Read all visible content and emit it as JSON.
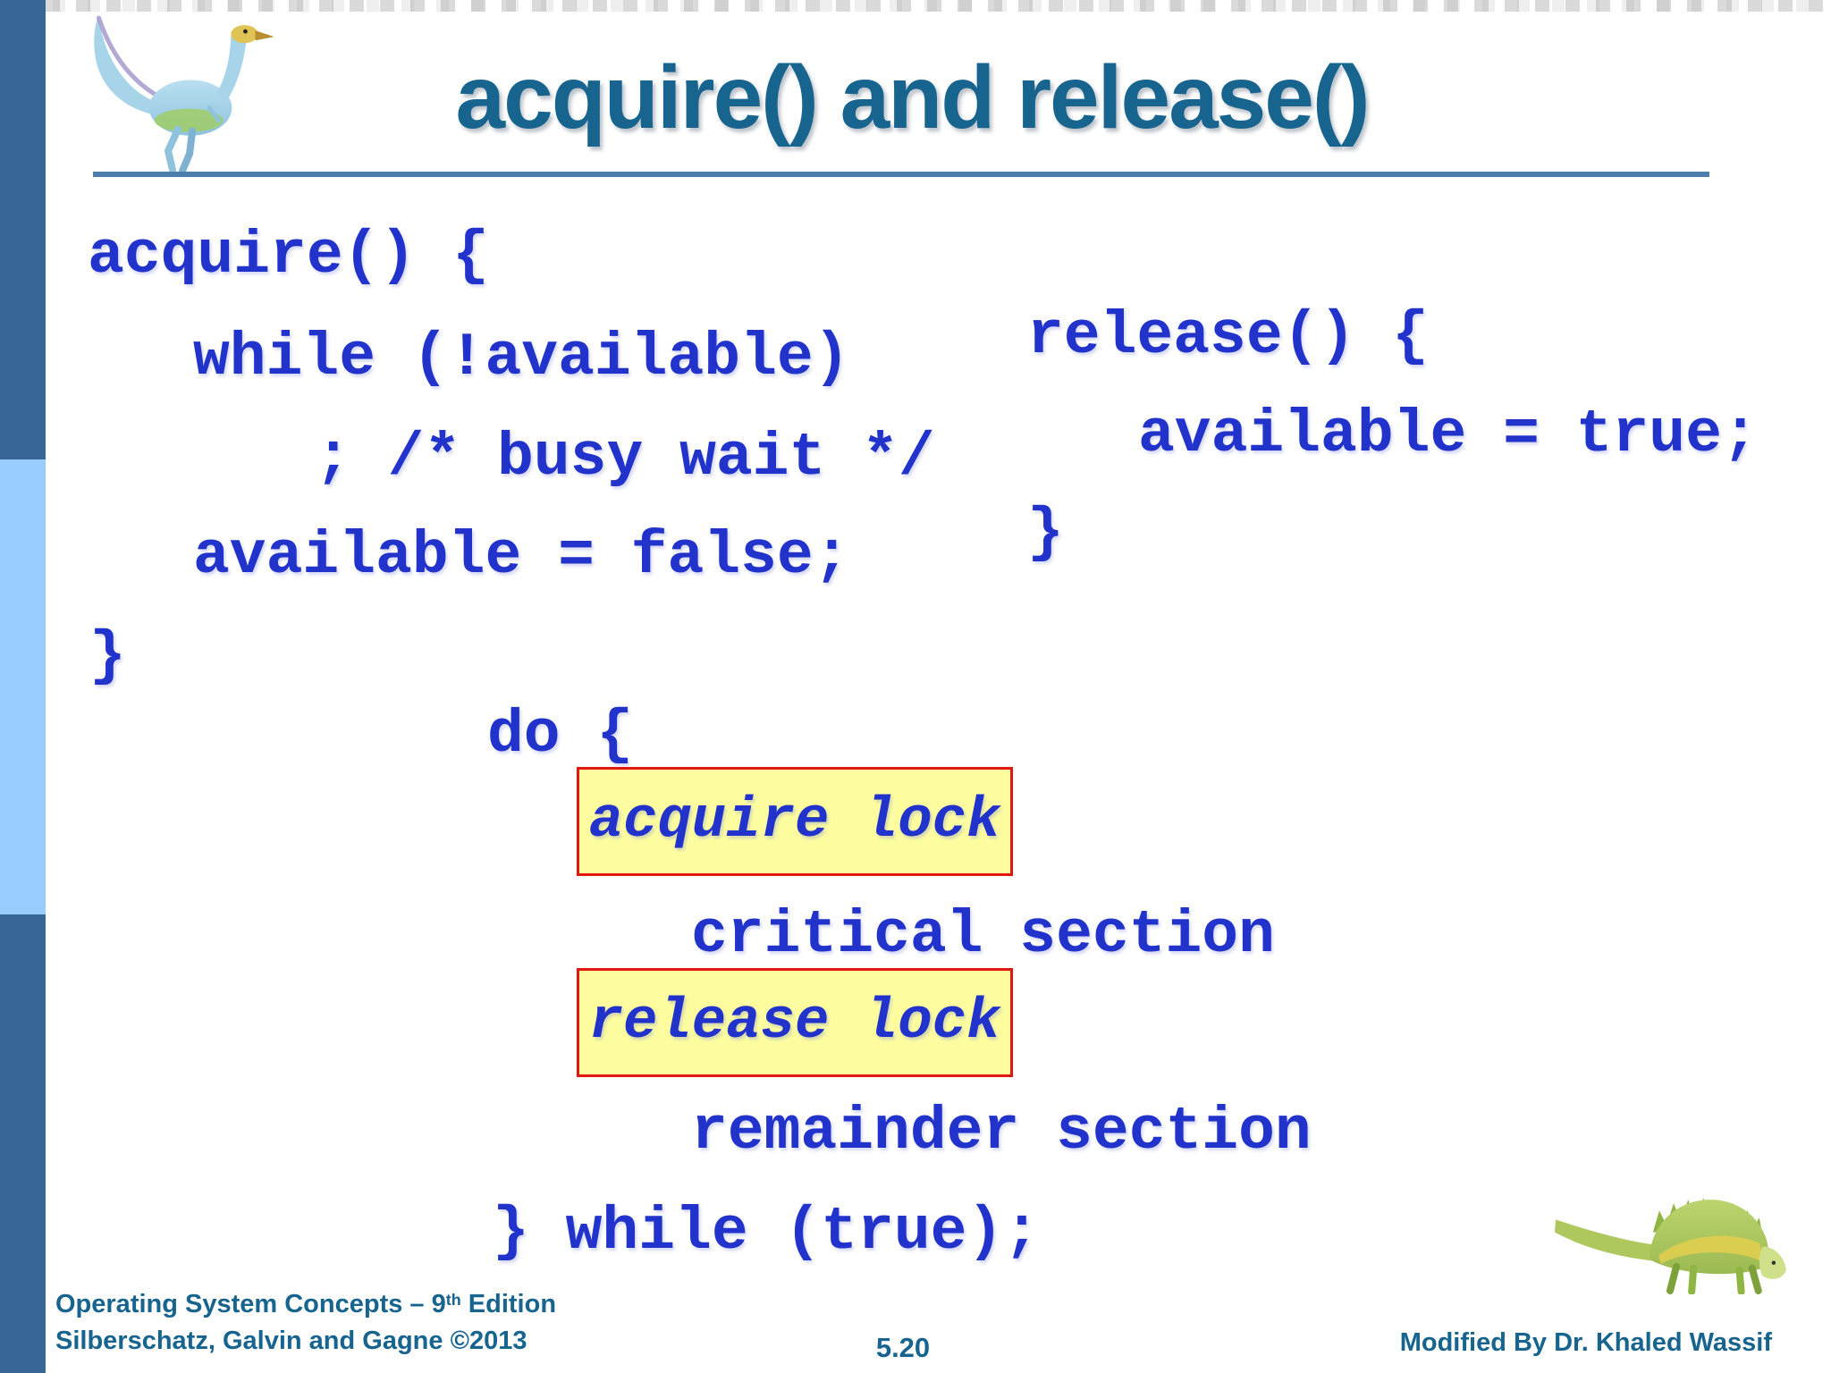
{
  "header": {
    "title": "acquire() and release()"
  },
  "acquire_fn": {
    "line1": "acquire() {",
    "line2": "while (!available)",
    "line3": "; /* busy wait */",
    "line4": "available = false;",
    "line5": "}"
  },
  "release_fn": {
    "line1": "release() {",
    "line2": "available = true;",
    "line3": "}"
  },
  "do_loop": {
    "open": "do {",
    "acquire_lock": "acquire lock",
    "critical": "critical section",
    "release_lock": "release lock",
    "remainder": "remainder section",
    "close": "} while (true);"
  },
  "footer": {
    "book_prefix": "Operating System Concepts – 9",
    "book_sup": "th",
    "book_suffix": " Edition",
    "authors": "Silberschatz, Galvin and Gagne ©2013",
    "page": "5.20",
    "modified": "Modified By Dr. Khaled Wassif"
  },
  "decor": {
    "top_left_image": "blue-green-dinosaur-illustration",
    "bottom_right_image": "green-yellow-dinosaur-illustration"
  },
  "colors": {
    "code_blue": "#2233cc",
    "title_teal": "#17648f",
    "footer_teal": "#17648f",
    "sidebar_dark": "#366795",
    "sidebar_light": "#99ccff",
    "box_fill": "#fdfda0",
    "box_border": "#e01810",
    "rule_blue": "#4d7dab"
  }
}
